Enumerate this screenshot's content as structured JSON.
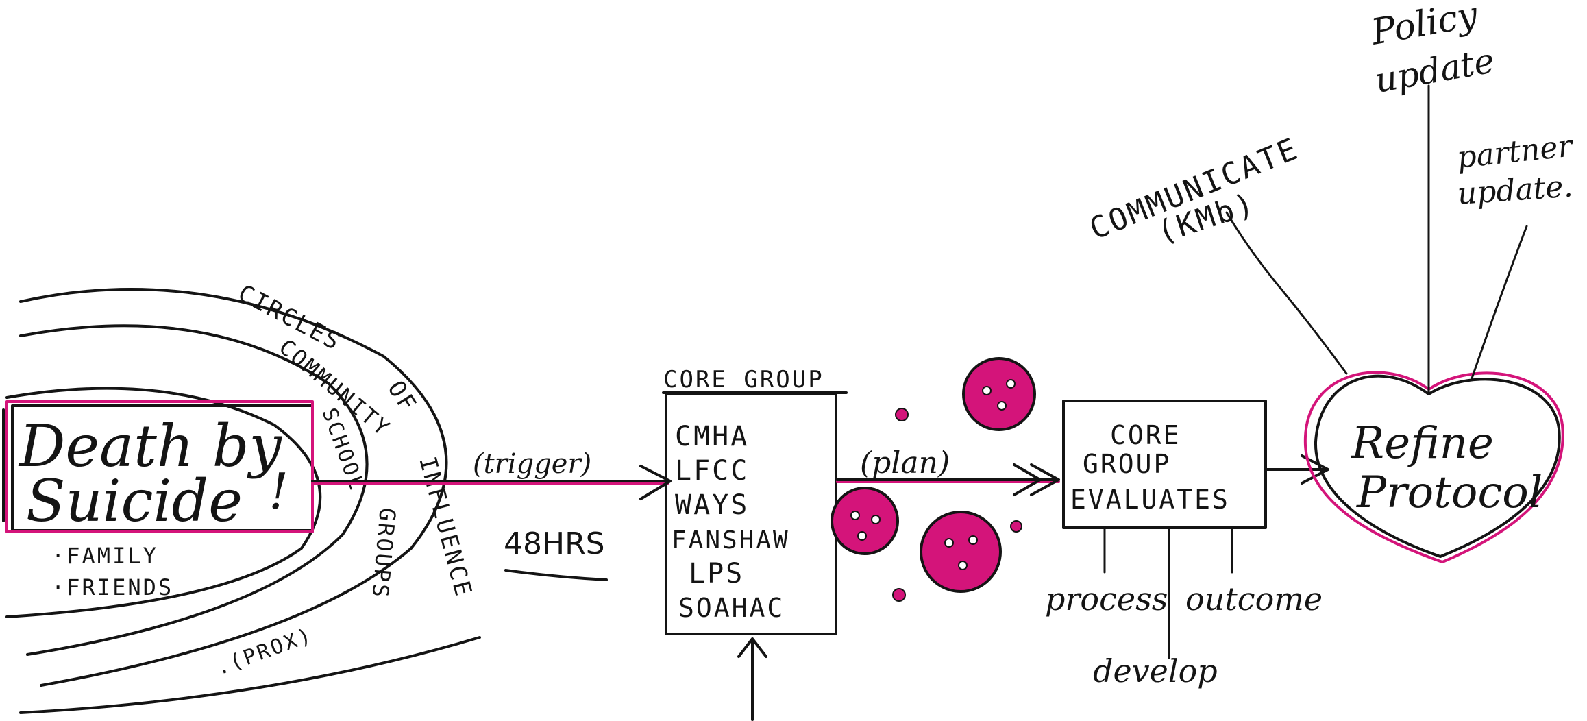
{
  "death_box": {
    "line1": "Death by",
    "line2": "Suicide"
  },
  "bullets": [
    "·FAMILY",
    "·FRIENDS"
  ],
  "circles": {
    "circles_of_influence": "CIRCLES OF INFLUENCE",
    "community": "COMMUNITY",
    "school": "SCHOOL",
    "groups": "GROUPS",
    "prox": ".(PROX)"
  },
  "trigger_label": "(trigger)",
  "time_label": "48HRS",
  "core_group": {
    "title": "CORE GROUP",
    "members": [
      "CMHA",
      "LFCC",
      "WAYS",
      "FANSHAW",
      "LPS",
      "SOAHAC"
    ]
  },
  "plan_label": "(plan)",
  "evaluates_box": {
    "lines": [
      "CORE",
      "GROUP",
      "EVALUATES"
    ]
  },
  "eval_outputs": {
    "process": "process",
    "outcome": "outcome",
    "develop": "develop"
  },
  "heart_label": {
    "line1": "Refine",
    "line2": "Protocol"
  },
  "refine_outputs": {
    "communicate_line1": "COMMUNICATE",
    "communicate_line2": "(KMb)",
    "policy_line1": "Policy",
    "policy_line2": "update",
    "partner_line1": "partner",
    "partner_line2": "update."
  },
  "colors": {
    "ink": "#141414",
    "accent": "#d4147a",
    "paper": "#ffffff"
  }
}
